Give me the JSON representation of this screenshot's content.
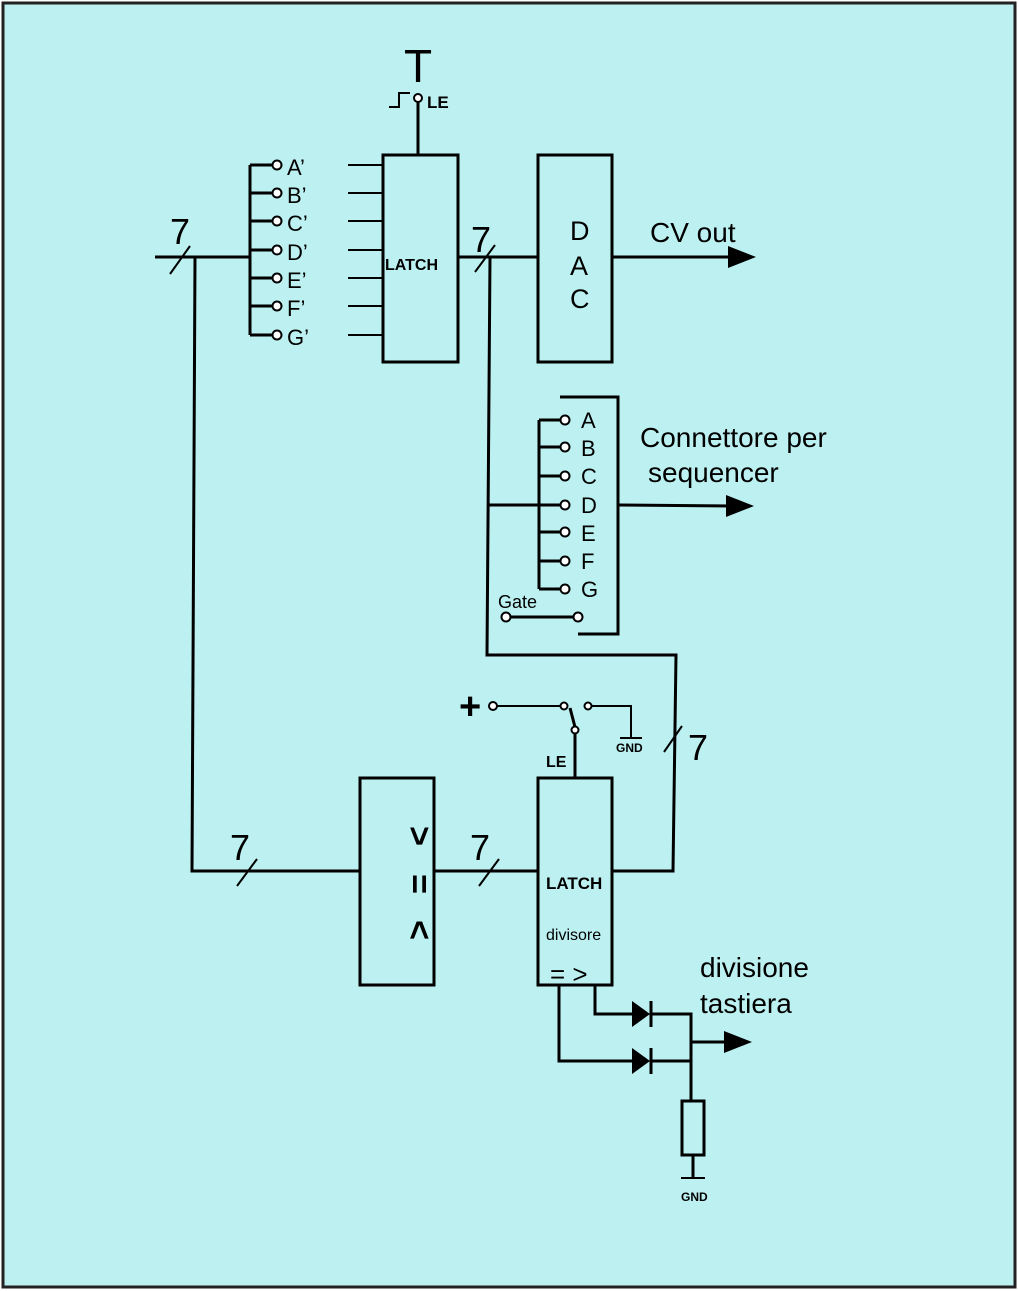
{
  "colors": {
    "background": "#bdf1f1",
    "border": "#222222",
    "ink": "#000000"
  },
  "top_latch": {
    "trigger": "T",
    "le": "LE",
    "label": "LATCH",
    "inputs": [
      "A’",
      "B’",
      "C’",
      "D’",
      "E’",
      "F’",
      "G’"
    ]
  },
  "dac": {
    "letters": [
      "D",
      "A",
      "C"
    ],
    "output": "CV out"
  },
  "connector": {
    "label_line1": "Connettore per",
    "label_line2": "sequencer",
    "pins": [
      "A",
      "B",
      "C",
      "D",
      "E",
      "F",
      "G"
    ],
    "gate": "Gate"
  },
  "bus_width": "7",
  "switch": {
    "plus": "+",
    "gnd": "GND",
    "le": "LE"
  },
  "comparator": {
    "symbols": [
      ">",
      "=",
      "<"
    ]
  },
  "bottom_latch": {
    "label": "LATCH",
    "sublabel": "divisore",
    "outputs": "= >"
  },
  "output": {
    "line1": "divisione",
    "line2": "tastiera",
    "gnd": "GND"
  }
}
